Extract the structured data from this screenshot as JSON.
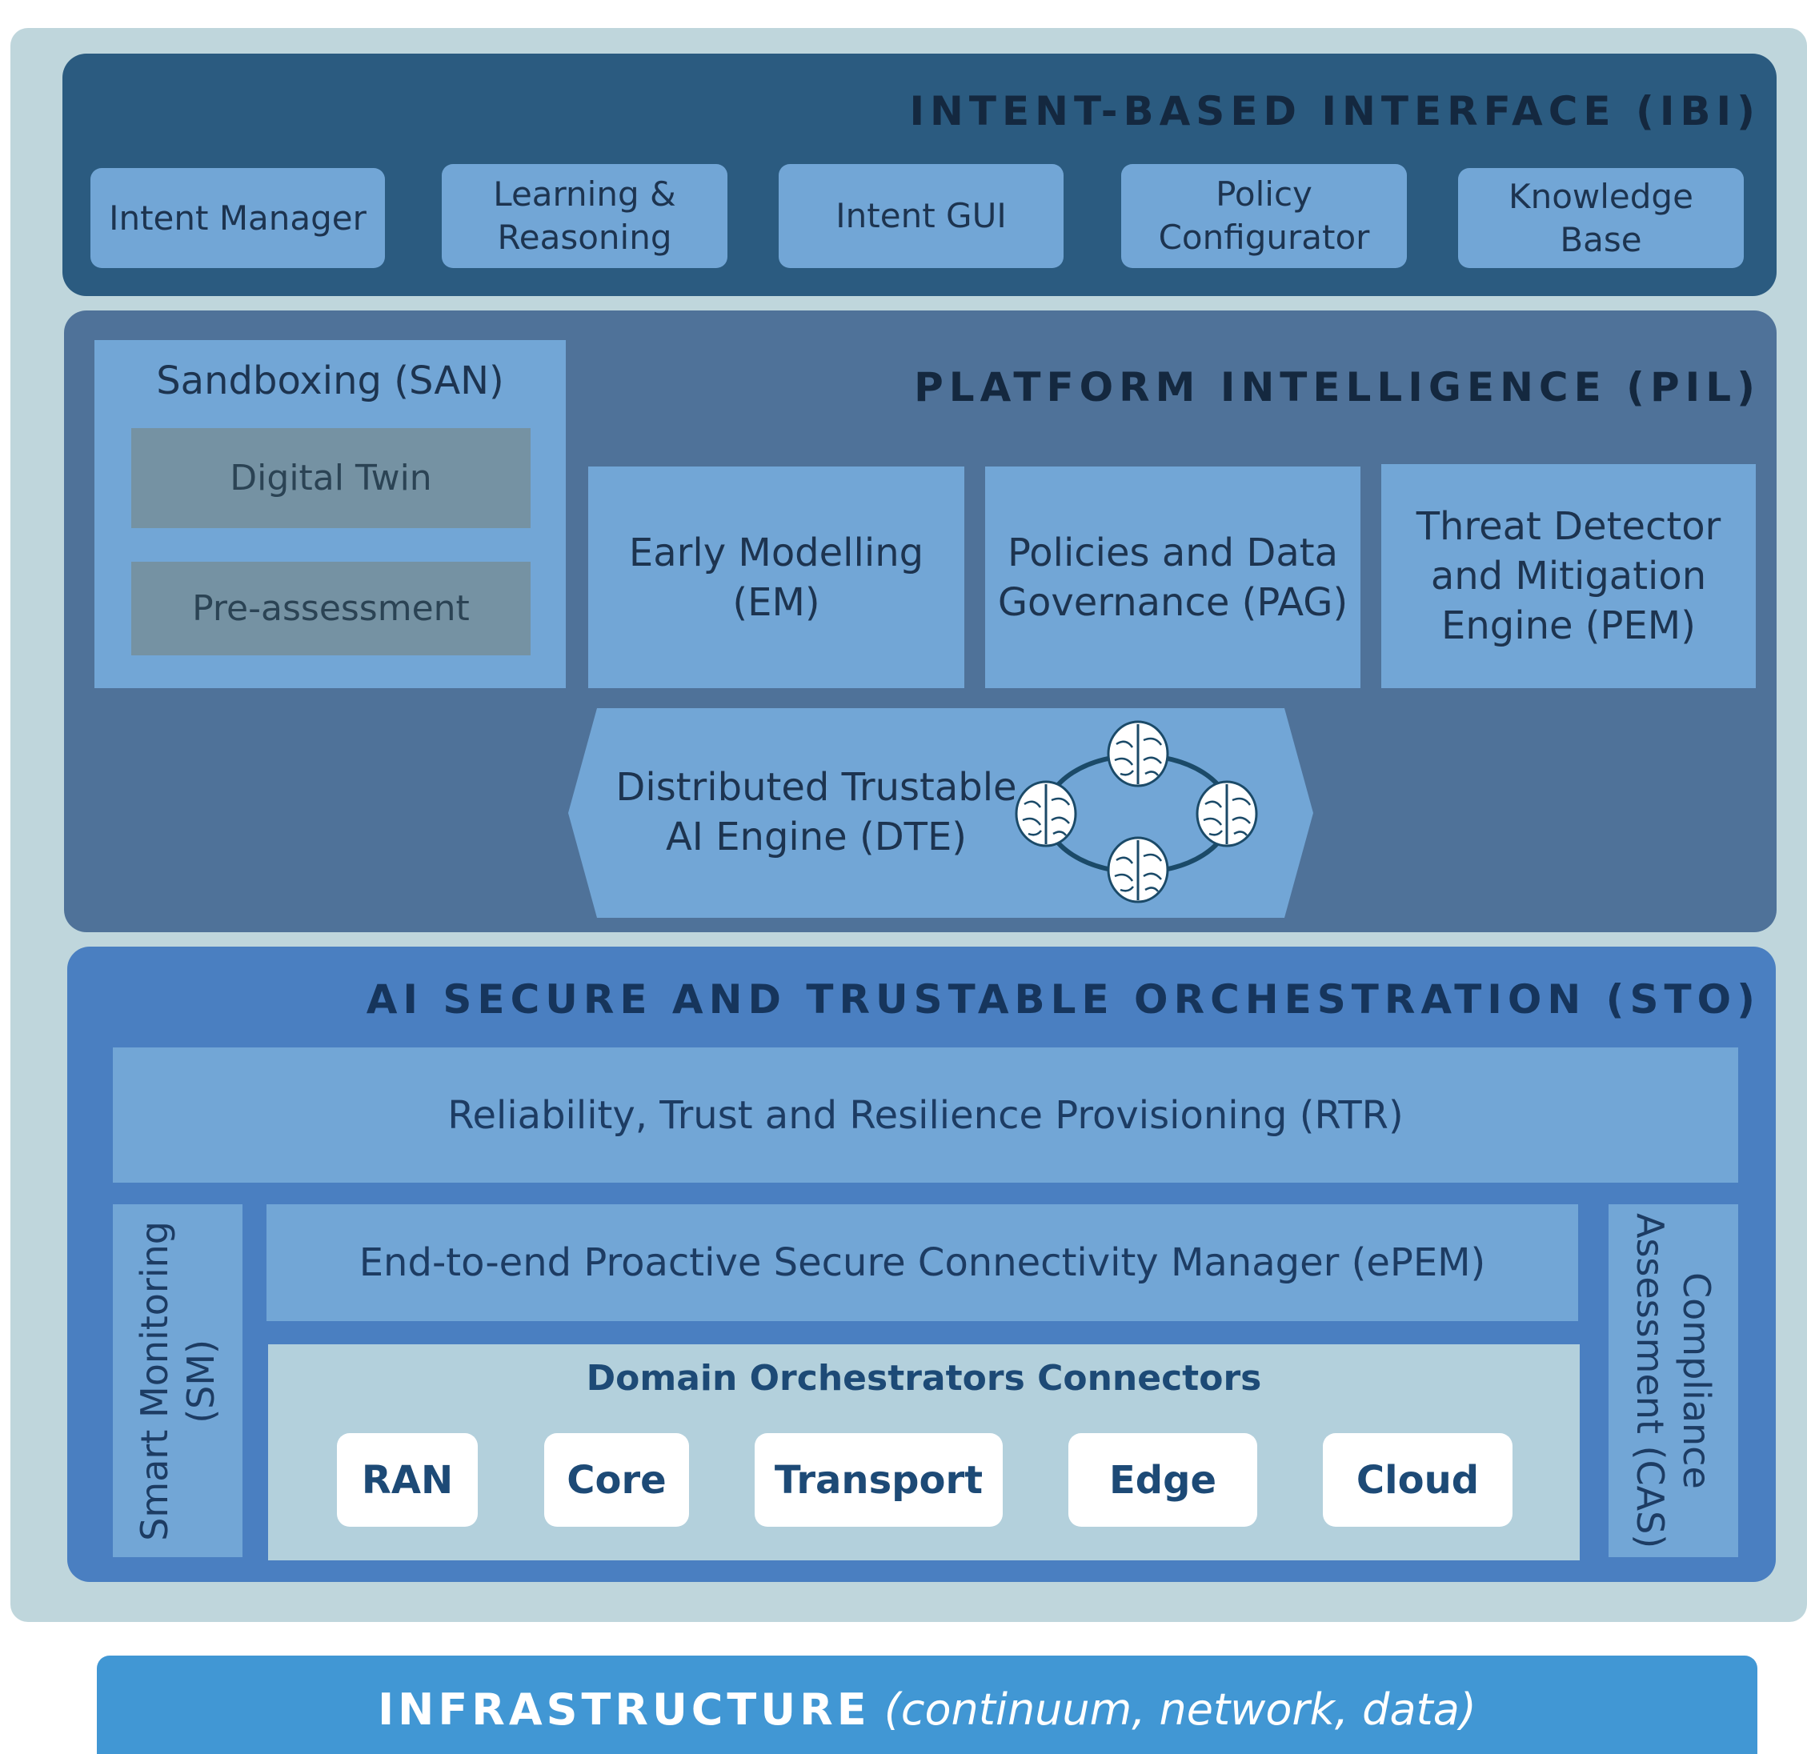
{
  "ibi": {
    "title": "INTENT-BASED INTERFACE (IBI)",
    "boxes": [
      "Intent Manager",
      "Learning &\nReasoning",
      "Intent GUI",
      "Policy\nConfigurator",
      "Knowledge\nBase"
    ]
  },
  "pil": {
    "title": "PLATFORM INTELLIGENCE (PIL)",
    "sandboxing": {
      "title": "Sandboxing (SAN)",
      "items": [
        "Digital Twin",
        "Pre-assessment"
      ]
    },
    "boxes": [
      "Early Modelling\n(EM)",
      "Policies and Data\nGovernance (PAG)",
      "Threat Detector\nand  Mitigation\nEngine (PEM)"
    ],
    "dte": "Distributed Trustable\nAI Engine (DTE)",
    "dte_icon": "brain-network-icon"
  },
  "sto": {
    "title": "AI SECURE AND TRUSTABLE ORCHESTRATION (STO)",
    "rtr": "Reliability, Trust and Resilience Provisioning  (RTR)",
    "sm": "Smart Monitoring\n(SM)",
    "cas": "Compliance\nAssessment (CAS)",
    "epem": "End-to-end Proactive Secure Connectivity Manager (ePEM)",
    "connectors": {
      "title": "Domain Orchestrators Connectors",
      "items": [
        "RAN",
        "Core",
        "Transport",
        "Edge",
        "Cloud"
      ]
    }
  },
  "infrastructure": {
    "label": "INFRASTRUCTURE",
    "sublabel": "(continuum, network, data)"
  },
  "colors": {
    "outer": "#bfd6dc",
    "ibi": "#2b5b80",
    "pil": "#4f7299",
    "sto": "#4a7fc1",
    "box": "#72a6d6",
    "infra": "#4197d4"
  }
}
